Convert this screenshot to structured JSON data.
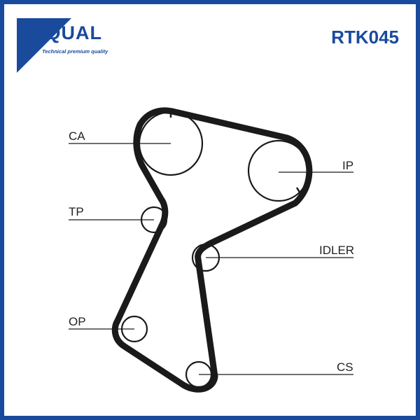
{
  "brand": {
    "name": "REQUAL",
    "tagline": "Technical premium quality",
    "color": "#1a4a9c"
  },
  "part_number": "RTK045",
  "labels": {
    "ca": "CA",
    "ip": "IP",
    "tp": "TP",
    "idler": "IDLER",
    "op": "OP",
    "cs": "CS"
  },
  "colors": {
    "border": "#1a4a9c",
    "belt": "#1a1a1a",
    "text": "#222222"
  }
}
